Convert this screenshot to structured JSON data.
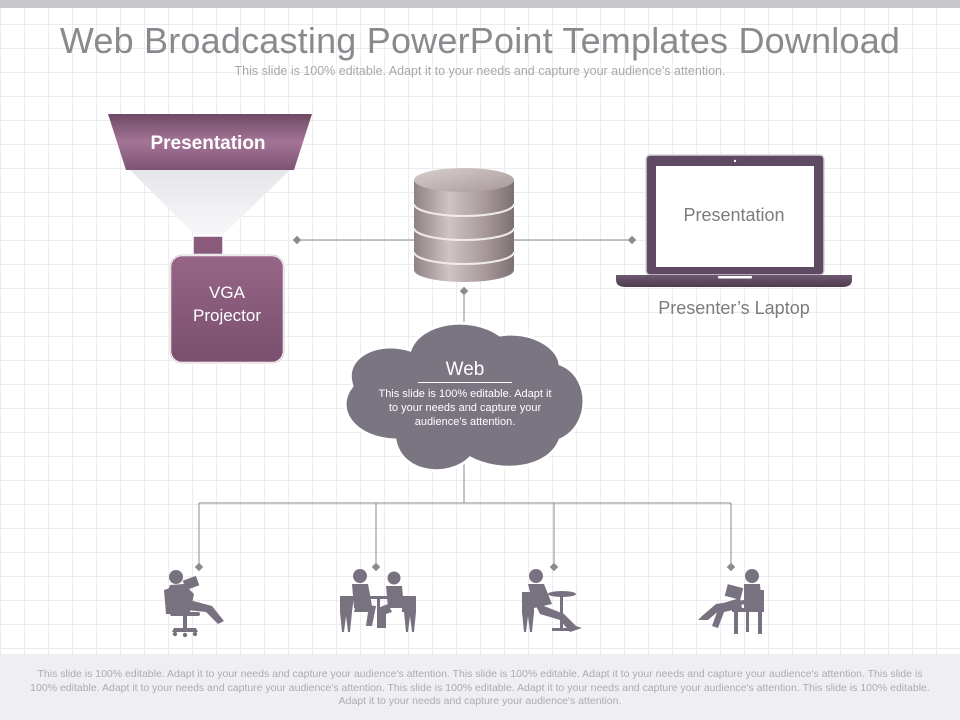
{
  "header": {
    "title": "Web Broadcasting PowerPoint Templates Download",
    "subtitle": "This slide is 100% editable. Adapt it to your needs and capture your audience's attention."
  },
  "projector": {
    "funnel_label": "Presentation",
    "device_label_line1": "VGA",
    "device_label_line2": "Projector"
  },
  "laptop": {
    "screen_label": "Presentation",
    "caption": "Presenter’s Laptop"
  },
  "cloud": {
    "title": "Web",
    "text": "This slide is 100% editable. Adapt it to your needs and capture your audience's attention."
  },
  "footer": {
    "text": "This slide is 100% editable. Adapt it to your needs and capture your audience's attention. This slide is 100% editable. Adapt it to your needs and capture your audience's attention. This slide is 100% editable. Adapt it to your needs and capture your audience's attention. This slide is 100% editable. Adapt it to your needs and capture your audience's attention. This slide is 100% editable. Adapt it to your needs and capture your audience's attention."
  },
  "icons": {
    "server": "database-icon",
    "cloud": "cloud-icon",
    "laptop": "laptop-icon",
    "projector": "projector-icon",
    "audience": [
      "person-reading-icon",
      "people-meeting-icon",
      "person-at-table-icon",
      "person-reading-chair-icon"
    ]
  },
  "colors": {
    "accent_purple": "#8e5c80",
    "dark_purple": "#5e4a60",
    "cloud_gray": "#7a7580",
    "silhouette": "#787280",
    "line": "#8a8a90"
  }
}
